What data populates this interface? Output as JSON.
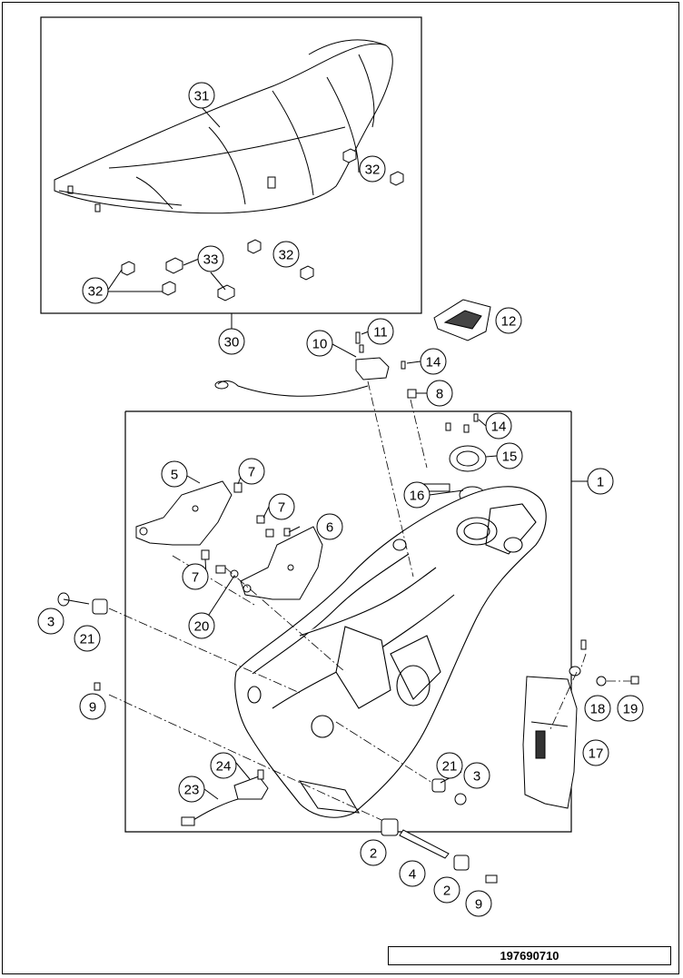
{
  "diagram": {
    "document_number": "197690710",
    "callouts": [
      {
        "id": "c31",
        "label": "31"
      },
      {
        "id": "c32a",
        "label": "32"
      },
      {
        "id": "c32b",
        "label": "32"
      },
      {
        "id": "c33",
        "label": "33"
      },
      {
        "id": "c32c",
        "label": "32"
      },
      {
        "id": "c30",
        "label": "30"
      },
      {
        "id": "c12",
        "label": "12"
      },
      {
        "id": "c11",
        "label": "11"
      },
      {
        "id": "c10",
        "label": "10"
      },
      {
        "id": "c14a",
        "label": "14"
      },
      {
        "id": "c8",
        "label": "8"
      },
      {
        "id": "c14b",
        "label": "14"
      },
      {
        "id": "c15",
        "label": "15"
      },
      {
        "id": "c16",
        "label": "16"
      },
      {
        "id": "c1",
        "label": "1"
      },
      {
        "id": "c5",
        "label": "5"
      },
      {
        "id": "c7a",
        "label": "7"
      },
      {
        "id": "c7b",
        "label": "7"
      },
      {
        "id": "c6",
        "label": "6"
      },
      {
        "id": "c7c",
        "label": "7"
      },
      {
        "id": "c20",
        "label": "20"
      },
      {
        "id": "c3a",
        "label": "3"
      },
      {
        "id": "c21a",
        "label": "21"
      },
      {
        "id": "c9a",
        "label": "9"
      },
      {
        "id": "c18",
        "label": "18"
      },
      {
        "id": "c19",
        "label": "19"
      },
      {
        "id": "c17",
        "label": "17"
      },
      {
        "id": "c24",
        "label": "24"
      },
      {
        "id": "c23",
        "label": "23"
      },
      {
        "id": "c21b",
        "label": "21"
      },
      {
        "id": "c3b",
        "label": "3"
      },
      {
        "id": "c2a",
        "label": "2"
      },
      {
        "id": "c4",
        "label": "4"
      },
      {
        "id": "c2b",
        "label": "2"
      },
      {
        "id": "c9b",
        "label": "9"
      }
    ]
  }
}
